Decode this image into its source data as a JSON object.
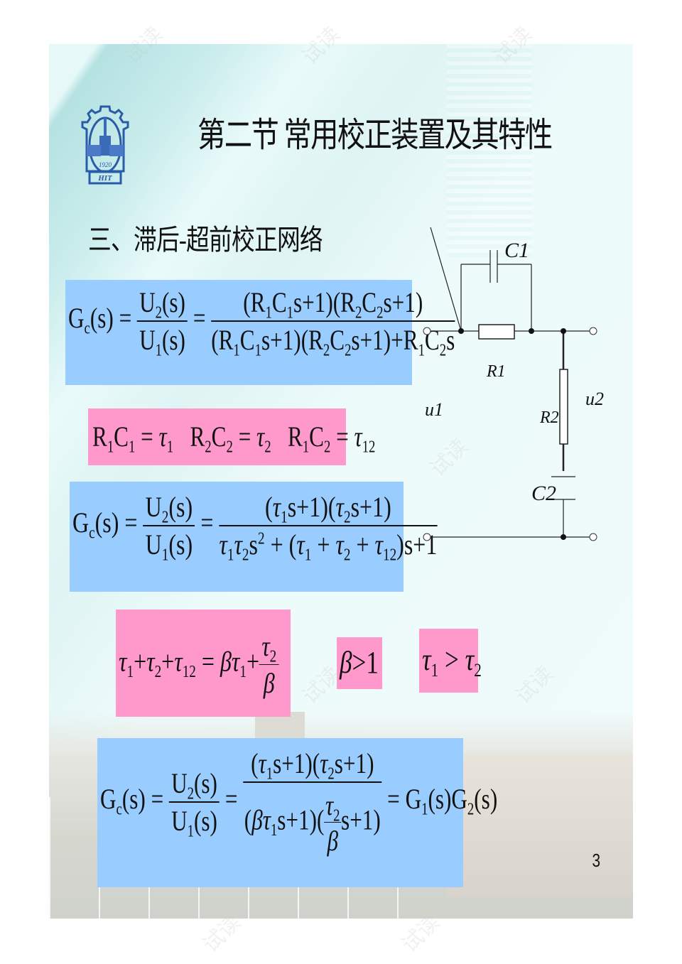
{
  "slide": {
    "title": "第二节 常用校正装置及其特性",
    "subtitle": "三、滞后-超前校正网络",
    "page_number": "3",
    "logo": {
      "icon": "hit-university-emblem-icon",
      "year": "1920",
      "letters": "HIT"
    },
    "watermark": "试读"
  },
  "colors": {
    "formula_blue": "#99ccff",
    "formula_pink": "#ff99cc",
    "background": "#e9fafa"
  },
  "formulas": {
    "f1": {
      "lhs": "Gc(s)",
      "ratio_num": "U2(s)",
      "ratio_den": "U1(s)",
      "num": "(R1C1s+1)(R2C2s+1)",
      "den": "(R1C1s+1)(R2C2s+1)+R1C2s"
    },
    "f2": {
      "text": "R1C1 = τ1   R2C2 = τ2   R1C2 = τ12"
    },
    "f3": {
      "lhs": "Gc(s)",
      "ratio_num": "U2(s)",
      "ratio_den": "U1(s)",
      "num": "(τ1s+1)(τ2s+1)",
      "den": "τ1τ2s² + (τ1+τ2+τ12)s+1"
    },
    "f4": {
      "text": "τ1 + τ2 + τ12 = βτ1 + τ2/β"
    },
    "f5": {
      "text": "β > 1"
    },
    "f6": {
      "text": "τ1 > τ2"
    },
    "f7": {
      "lhs": "Gc(s)",
      "ratio_num": "U2(s)",
      "ratio_den": "U1(s)",
      "num": "(τ1s+1)(τ2s+1)",
      "den": "(βτ1s+1)(τ2/β s+1)",
      "rhs": "G1(s)G2(s)"
    }
  },
  "circuit": {
    "labels": {
      "c1": "C1",
      "r1": "R1",
      "r2": "R2",
      "c2": "C2",
      "u1": "u1",
      "u2": "u2"
    }
  }
}
